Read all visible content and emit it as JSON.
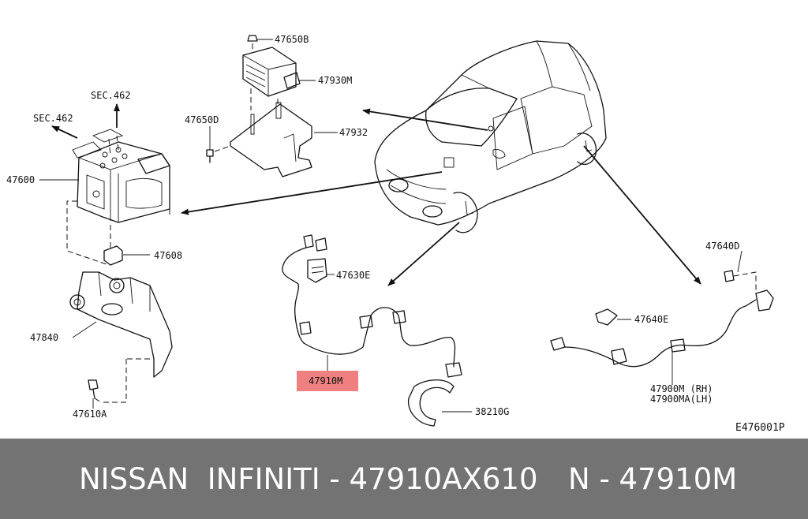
{
  "diagram": {
    "labels": {
      "p47650B": "47650B",
      "p47930M": "47930M",
      "p47650D": "47650D",
      "p47932": "47932",
      "sec462_upper": "SEC.462",
      "sec462_left": "SEC.462",
      "p47600": "47600",
      "p47608": "47608",
      "p47840": "47840",
      "p47610A": "47610A",
      "p47630E": "47630E",
      "p47910M": "47910M",
      "p38210G": "38210G",
      "p47640D": "47640D",
      "p47640E": "47640E",
      "p47900M": "47900M (RH)",
      "p47900MA": "47900MA(LH)",
      "figure_code": "E476001P"
    },
    "highlight_color": "#f08080"
  },
  "footer": {
    "brand": "NISSAN  INFINITI - 47910AX610",
    "ref": "N - 47910M",
    "background": "#737373"
  }
}
